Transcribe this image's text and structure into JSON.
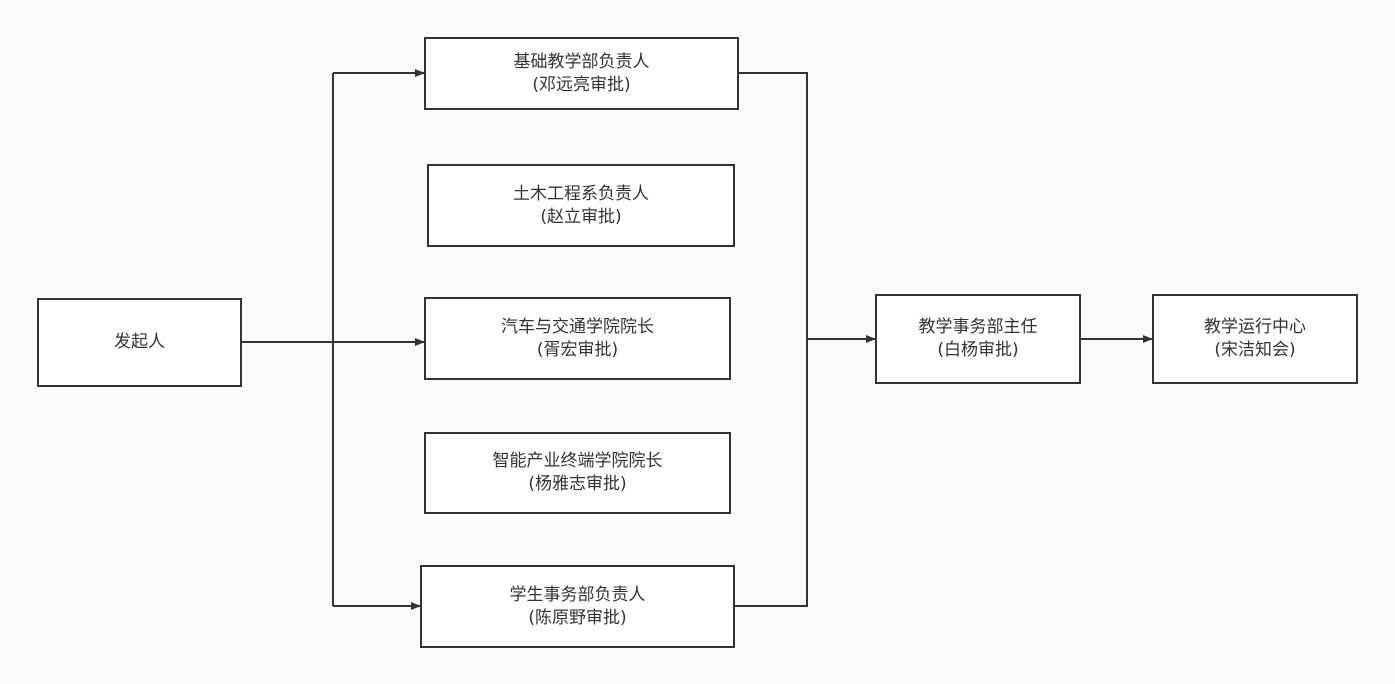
{
  "nodes": {
    "initiator": {
      "line1": "发起人"
    },
    "basic_teaching": {
      "line1": "基础教学部负责人",
      "line2": "(邓远亮审批)"
    },
    "civil_engineering": {
      "line1": "土木工程系负责人",
      "line2": "(赵立审批)"
    },
    "automotive": {
      "line1": "汽车与交通学院院长",
      "line2": "(胥宏审批)"
    },
    "smart_terminal": {
      "line1": "智能产业终端学院院长",
      "line2": "(杨雅志审批)"
    },
    "student_affairs": {
      "line1": "学生事务部负责人",
      "line2": "(陈原野审批)"
    },
    "teaching_director": {
      "line1": "教学事务部主任",
      "line2": "(白杨审批)"
    },
    "teaching_center": {
      "line1": "教学运行中心",
      "line2": "(宋洁知会)"
    }
  },
  "colors": {
    "background": "#fafafa",
    "node_fill": "#ffffff",
    "stroke": "#333333"
  }
}
